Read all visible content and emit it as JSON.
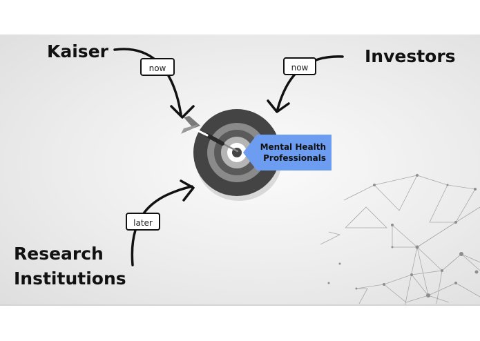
{
  "title": "",
  "stakeholders": [
    {
      "name": "Kaiser",
      "timing": "now"
    },
    {
      "name": "Investors",
      "timing": "now"
    },
    {
      "name": "Research Institutions",
      "name_lines": [
        "Research",
        "Institutions"
      ],
      "timing": "later"
    }
  ],
  "target": {
    "lines": [
      "Mental Health",
      "Professionals"
    ],
    "color": "#6c9df0",
    "icon": "dartboard-icon"
  },
  "colors": {
    "text": "#111111",
    "arrow": "#111111",
    "board_outer": "#444444",
    "board_mid": "#8a8a8a"
  }
}
